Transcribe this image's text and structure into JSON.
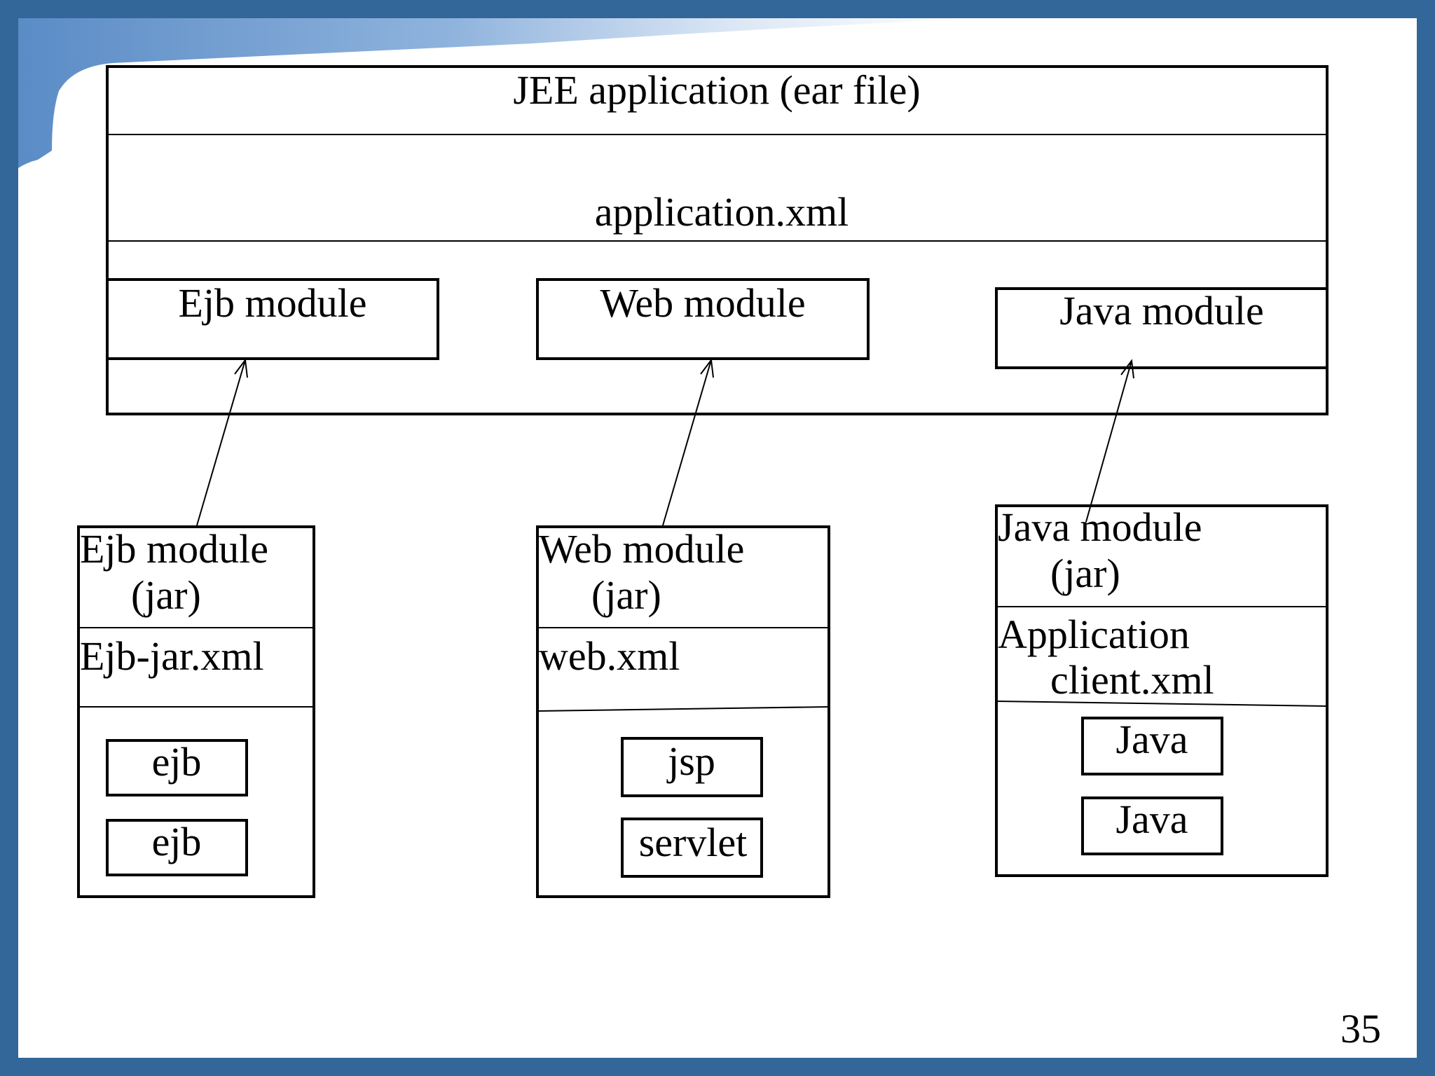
{
  "slide": {
    "page_number": "35",
    "colors": {
      "frame": "#336699",
      "banner": "#6f9ccf",
      "ink": "#000000",
      "background": "#ffffff"
    }
  },
  "ear": {
    "title": "JEE application (ear file)",
    "descriptor": "application.xml",
    "modules": [
      "Ejb module",
      "Web module",
      "Java module"
    ]
  },
  "jars": [
    {
      "title_line1": "Ejb module",
      "title_line2": "(jar)",
      "descriptor_line1": "Ejb-jar.xml",
      "descriptor_line2": "",
      "items": [
        "ejb",
        "ejb"
      ]
    },
    {
      "title_line1": "Web module",
      "title_line2": "(jar)",
      "descriptor_line1": "web.xml",
      "descriptor_line2": "",
      "items": [
        "jsp",
        "servlet"
      ]
    },
    {
      "title_line1": "Java module",
      "title_line2": "(jar)",
      "descriptor_line1": "Application",
      "descriptor_line2": "client.xml",
      "items": [
        "Java",
        "Java"
      ]
    }
  ]
}
